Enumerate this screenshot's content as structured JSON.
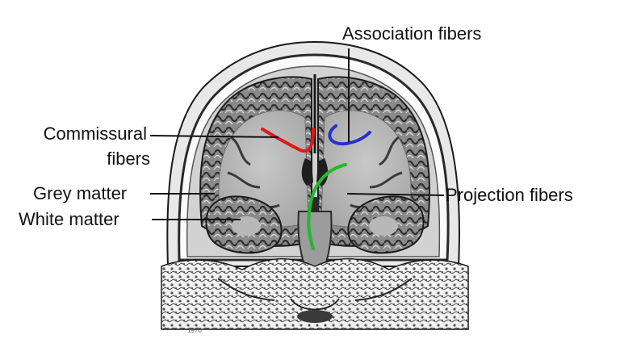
{
  "labels": {
    "association": "Association fibers",
    "commissural_line1": "Commissural",
    "commissural_line2": "fibers",
    "grey_matter": "Grey matter",
    "white_matter": "White matter",
    "projection": "Projection fibers"
  },
  "scan_mark": "1970",
  "colors": {
    "commissural_tract": "#e01818",
    "association_tract": "#2233cc",
    "projection_tract": "#22b830",
    "leader_line": "#111111",
    "cortex_light": "#d4d4d4",
    "cortex_dark": "#3a3a3a",
    "white_matter": "#b9b9b9"
  }
}
